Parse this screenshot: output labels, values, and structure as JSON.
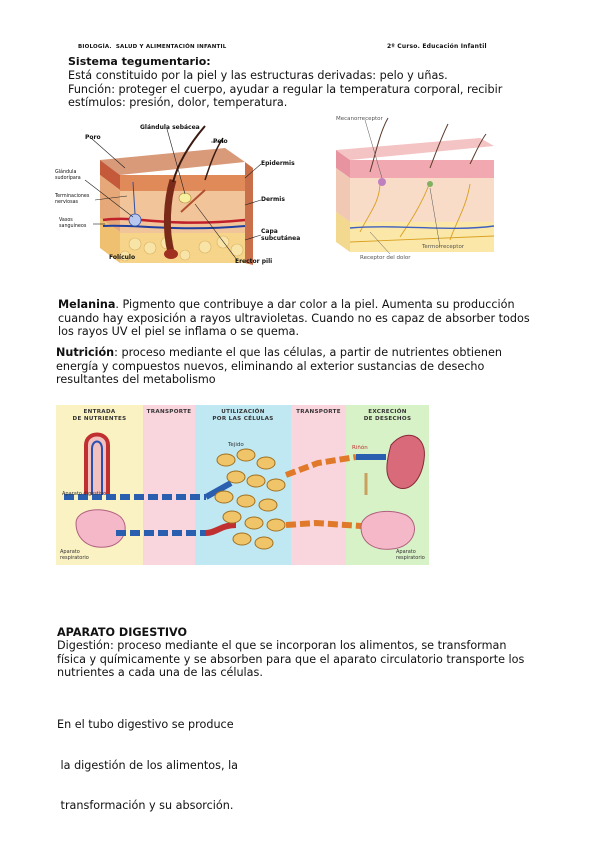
{
  "header": {
    "left_subject": "BIOLOGÍA.",
    "left_title": "SALUD Y ALIMENTACIÓN INFANTIL",
    "right_course": "2º Curso. Educación Infantil"
  },
  "tegumentario": {
    "title": "Sistema tegumentario:",
    "lines": [
      "Está constituido por la piel y las estructuras derivadas: pelo y uñas.",
      "Función: proteger el cuerpo, ayudar a regular la temperatura corporal, recibir",
      "estímulos: presión, dolor, temperatura."
    ]
  },
  "skin_figure_left": {
    "labels": {
      "poro": "Poro",
      "glandula_sebacea": "Glándula sebácea",
      "pelo": "Pelo",
      "glandula_sudoripara": "Glándula sudorípara",
      "terminaciones": "Terminaciones nerviosas",
      "vasos": "Vasos sanguíneos",
      "epidermis": "Epidermis",
      "dermis": "Dermis",
      "capa_subcutanea": "Capa subcutánea",
      "foliculo": "Folículo",
      "erector": "Erector pili"
    }
  },
  "skin_figure_right": {
    "labels": {
      "mecanorreceptor": "Mecanorreceptor",
      "termorreceptor": "Termorreceptor",
      "receptor_dolor": "Receptor del dolor"
    }
  },
  "melanina": {
    "term": "Melanina",
    "lines": [
      ". Pigmento que contribuye a dar color a la piel. Aumenta su producción",
      "cuando hay exposición a rayos ultravioletas. Cuando no es capaz de absorber todos",
      "los rayos UV el piel se inflama o se quema."
    ]
  },
  "nutricion": {
    "term": "Nutrición",
    "lines": [
      ": proceso mediante el que las células, a partir de nutrientes obtienen",
      "energía y compuestos nuevos, eliminando al exterior sustancias de desecho",
      "resultantes del metabolismo"
    ]
  },
  "nutrition_figure": {
    "columns": [
      {
        "line1": "ENTRADA",
        "line2": "DE NUTRIENTES",
        "color": "#fbf2c4"
      },
      {
        "line1": "TRANSPORTE",
        "line2": "",
        "color": "#f9d6de"
      },
      {
        "line1": "UTILIZACIÓN",
        "line2": "POR LAS CÉLULAS",
        "color": "#bfe8f2"
      },
      {
        "line1": "TRANSPORTE",
        "line2": "",
        "color": "#f9d6de"
      },
      {
        "line1": "EXCRECIÓN",
        "line2": "DE DESECHOS",
        "color": "#d7f2c6"
      }
    ],
    "labels": {
      "tejido": "Tejido",
      "rinon": "Riñón",
      "aparato_digestivo": "Aparato digestivo",
      "aparato_respiratorio_left": "Aparato respiratorio",
      "aparato_respiratorio_right": "Aparato respiratorio"
    }
  },
  "digestivo": {
    "title": "APARATO DIGESTIVO",
    "lines": [
      "Digestión: proceso mediante el que se incorporan los alimentos, se transforman",
      "física y químicamente y se absorben para que el aparato circulatorio transporte los",
      "nutrientes a cada una de las células."
    ],
    "tubo_lines": [
      "En el tubo digestivo se produce",
      " la digestión de los alimentos, la",
      " transformación y su absorción."
    ]
  }
}
